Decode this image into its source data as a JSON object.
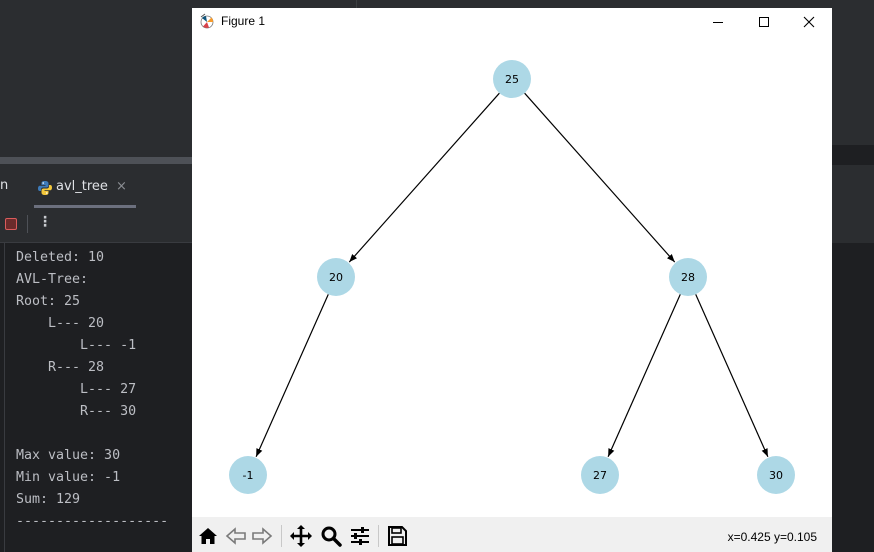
{
  "ide": {
    "tabs": [
      {
        "label": "n"
      },
      {
        "label": "avl_tree",
        "close": "×"
      }
    ],
    "toolbar": {
      "menu_glyph": "⋮"
    },
    "console_lines": [
      "Deleted: 10",
      "AVL-Tree:",
      "Root: 25",
      "    L--- 20",
      "        L--- -1",
      "    R--- 28",
      "        L--- 27",
      "        R--- 30",
      "",
      "Max value: 30",
      "Min value: -1",
      "Sum: 129",
      "-------------------"
    ]
  },
  "figure": {
    "title": "Figure 1",
    "window_controls": [
      "minimize-icon",
      "maximize-icon",
      "close-icon"
    ],
    "toolbar_icons": [
      "home-icon",
      "back-icon",
      "forward-icon",
      "pan-icon",
      "zoom-icon",
      "configure-subplots-icon",
      "save-icon"
    ],
    "coords": "x=0.425 y=0.105",
    "node_color": "#add8e6",
    "edge_color": "#000000"
  },
  "chart_data": {
    "type": "diagram",
    "nodes": [
      {
        "id": "25",
        "label": "25"
      },
      {
        "id": "20",
        "label": "20"
      },
      {
        "id": "28",
        "label": "28"
      },
      {
        "id": "-1",
        "label": "-1"
      },
      {
        "id": "27",
        "label": "27"
      },
      {
        "id": "30",
        "label": "30"
      }
    ],
    "edges": [
      {
        "from": "25",
        "to": "20"
      },
      {
        "from": "25",
        "to": "28"
      },
      {
        "from": "20",
        "to": "-1"
      },
      {
        "from": "28",
        "to": "27"
      },
      {
        "from": "28",
        "to": "30"
      }
    ]
  }
}
